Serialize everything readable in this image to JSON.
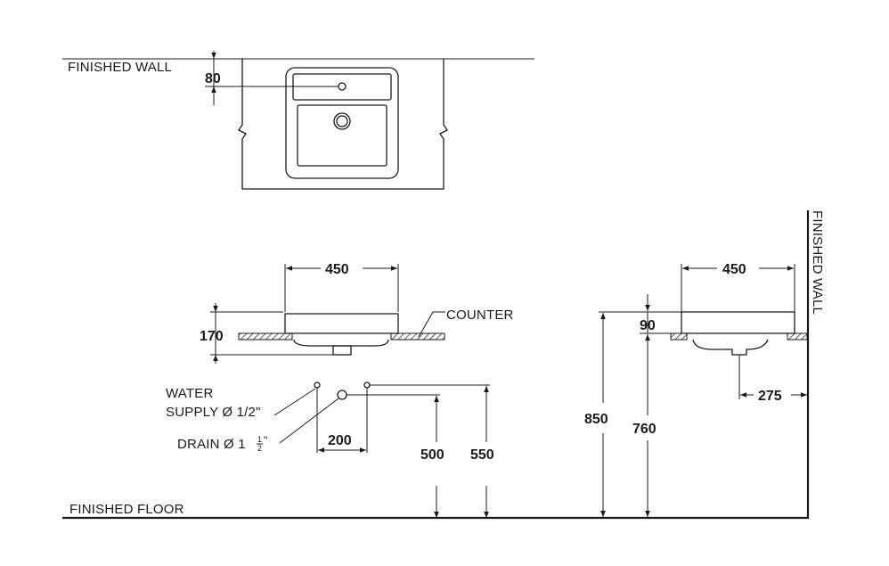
{
  "labels": {
    "finished_wall_top": "FINISHED WALL",
    "finished_wall_side": "FINISHED WALL",
    "finished_floor": "FINISHED FLOOR",
    "counter": "COUNTER",
    "water_supply_line1": "WATER",
    "water_supply_line2": "SUPPLY Ø 1/2\"",
    "drain": "DRAIN Ø 1",
    "drain_frac_num": "1",
    "drain_frac_den": "2",
    "drain_suffix": "\""
  },
  "dimensions": {
    "plan_back_gap": "80",
    "front_width": "450",
    "front_height": "170",
    "side_width": "450",
    "side_top_gap": "90",
    "drain_offset": "275",
    "supply_spacing": "200",
    "drain_height": "500",
    "supply_height": "550",
    "rim_height": "850",
    "counter_height": "760"
  }
}
